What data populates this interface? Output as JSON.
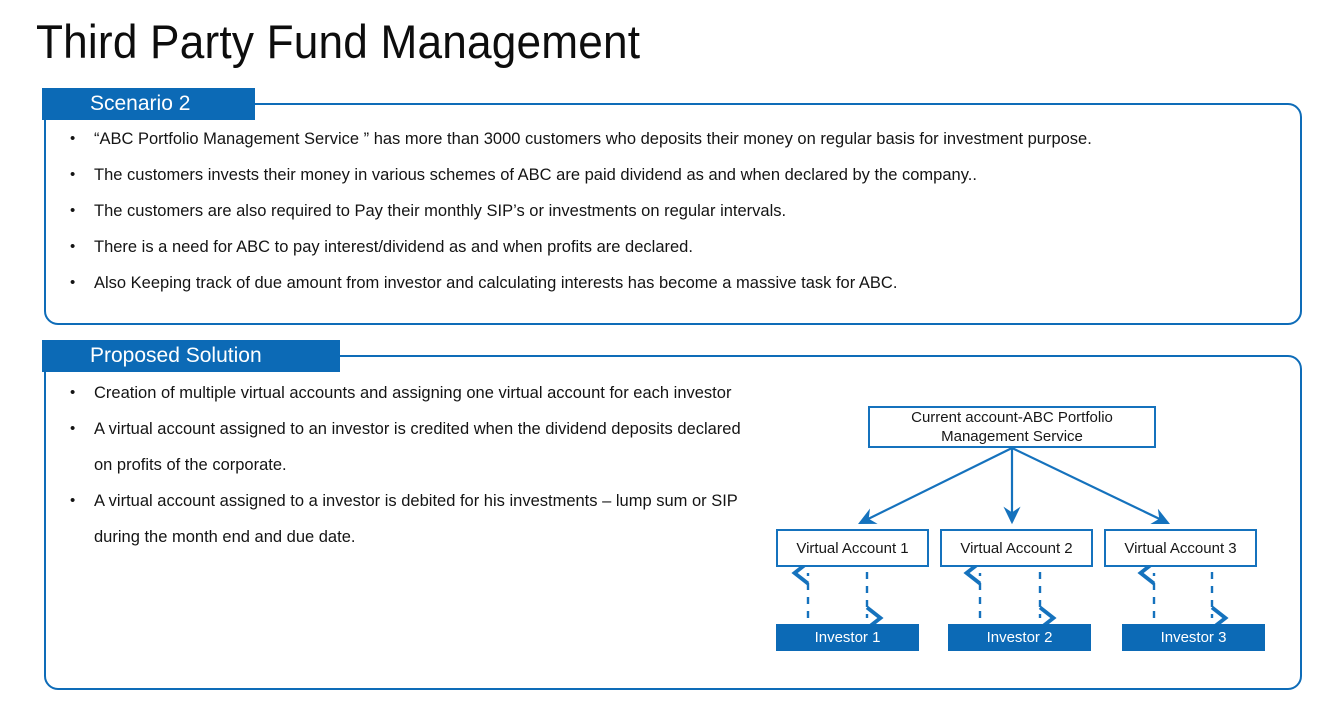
{
  "slide": {
    "title": "Third Party Fund Management",
    "accent_blue": "#0c6ab6",
    "panel_border_blue": "#0e6cb8",
    "text_color": "#141414"
  },
  "scenario_panel": {
    "badge_label": "Scenario 2",
    "bullets": [
      "“ABC Portfolio Management Service ” has more than 3000 customers who deposits their money on regular basis for investment purpose.",
      "The customers invests their money in various schemes of ABC are paid dividend as and when declared by the company..",
      "The customers are also required to Pay their monthly SIP’s or investments on regular intervals.",
      "There is a need for ABC to pay interest/dividend as and when profits are declared.",
      "Also Keeping track of due amount from investor and calculating interests has become a massive task for ABC."
    ]
  },
  "solution_panel": {
    "badge_label": "Proposed Solution",
    "bullets": [
      "Creation of multiple virtual accounts and assigning one virtual account for each investor",
      "A virtual account assigned to an investor is credited when the dividend deposits declared on profits of the corporate.",
      "A virtual account assigned to a investor is debited for his investments – lump sum or SIP during the month end and due date."
    ],
    "diagram": {
      "root_node": "Current account-ABC Portfolio Management Service",
      "virtual_accounts": [
        "Virtual Account 1",
        "Virtual Account 2",
        "Virtual Account 3"
      ],
      "investors": [
        "Investor 1",
        "Investor 2",
        "Investor 3"
      ],
      "connector_style_root_to_accounts": "solid-arrow",
      "connector_style_account_to_investor": "dashed-bidirectional"
    }
  }
}
